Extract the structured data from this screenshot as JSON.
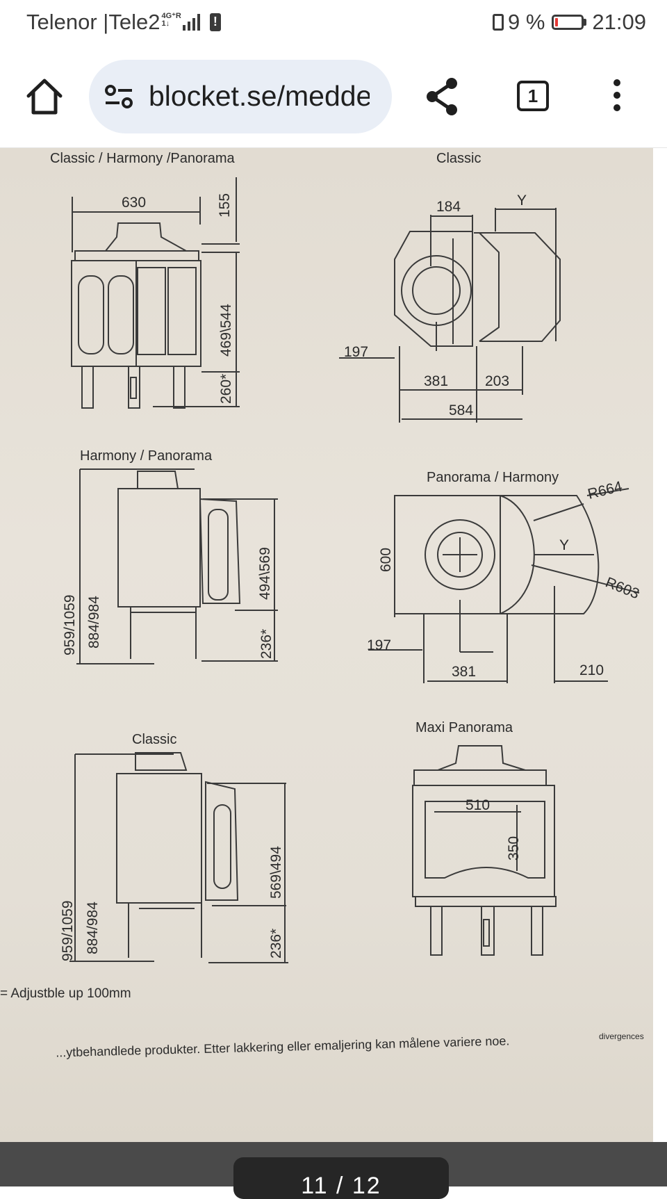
{
  "status_bar": {
    "carrier": "Telenor |Tele2",
    "network_badge_top": "4G⁺R",
    "network_badge_bottom": "1↓",
    "battery_percent": "9 %",
    "battery_level": 0.09,
    "time": "21:09"
  },
  "toolbar": {
    "url": "blocket.se/meddelanden",
    "tab_count": "1"
  },
  "drawing": {
    "caption_top_left": "Classic / Harmony /Panorama",
    "caption_top_right": "Classic",
    "caption_mid_left": "Harmony / Panorama",
    "caption_mid_right": "Panorama / Harmony",
    "caption_bottom_left": "Classic",
    "caption_bottom_right": "Maxi Panorama",
    "dimensions": {
      "d630": "630",
      "d155": "155",
      "d469_544": "469\\544",
      "d260": "260*",
      "d184": "184",
      "dY": "Y",
      "d197": "197",
      "d381": "381",
      "d203": "203",
      "d584": "584",
      "d959_1059": "959/1059",
      "d884_984": "884/984",
      "d494_569": "494\\569",
      "d236": "236*",
      "d600": "600",
      "dR664": "R664",
      "dR603": "R603",
      "d210": "210",
      "d569_494": "569\\494",
      "d510": "510",
      "d350": "350"
    },
    "footnote": "= Adjustble up 100mm",
    "bottom_text": "...ytbehandlede produkter. Etter lakkering eller emaljering kan målene variere noe.",
    "right_edge_text": "divergences"
  },
  "bottom_bar": {
    "pager": "11 / 12"
  }
}
